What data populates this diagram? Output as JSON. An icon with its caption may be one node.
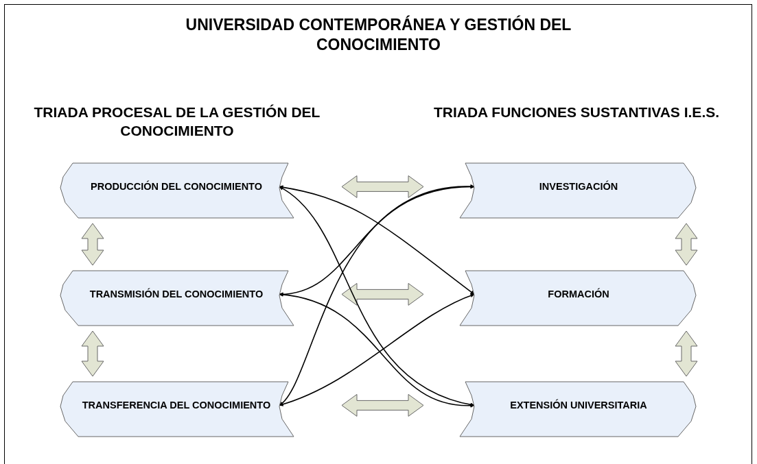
{
  "diagram": {
    "title": "UNIVERSIDAD CONTEMPORÁNEA Y GESTIÓN DEL CONOCIMIENTO",
    "nodes": [
      {
        "text": [
          "PRODUCCIÓN DEL CONOCIMIENTO"
        ]
      },
      {
        "text": [
          "INVESTIGACIÓN"
        ]
      },
      {
        "text": [
          "TRANSMISIÓN DEL CONOCIMIENTO"
        ]
      },
      {
        "text": [
          "FORMACIÓN"
        ]
      },
      {
        "text": [
          "TRANSFERENCIA DEL CONOCIMIENTO"
        ]
      },
      {
        "text": [
          "EXTENSIÓN UNIVERSITARIA"
        ]
      }
    ],
    "edges": [
      {
        "from": 0,
        "to": 1,
        "arrow": "both",
        "style": "thick",
        "color": "#e2e5d3"
      },
      {
        "from": 2,
        "to": 3,
        "arrow": "both",
        "style": "thick",
        "color": "#e2e5d3"
      },
      {
        "from": 4,
        "to": 5,
        "arrow": "both",
        "style": "thick",
        "color": "#e2e5d3"
      },
      {
        "from": 0,
        "to": 2,
        "arrow": "both",
        "style": "thick",
        "color": "#e2e5d3"
      },
      {
        "from": 2,
        "to": 4,
        "arrow": "both",
        "style": "thick",
        "color": "#e2e5d3"
      },
      {
        "from": 1,
        "to": 3,
        "arrow": "both",
        "style": "thick",
        "color": "#e2e5d3"
      },
      {
        "from": 3,
        "to": 5,
        "arrow": "both",
        "style": "thick",
        "color": "#e2e5d3"
      },
      {
        "from": 0,
        "to": 3,
        "arrow": "both"
      },
      {
        "from": 0,
        "to": 5,
        "arrow": "both"
      },
      {
        "from": 2,
        "to": 1,
        "arrow": "both"
      },
      {
        "from": 2,
        "to": 5,
        "arrow": "both"
      },
      {
        "from": 4,
        "to": 1,
        "arrow": "both"
      },
      {
        "from": 4,
        "to": 3,
        "arrow": "both"
      }
    ],
    "labels": [
      "TRIADA PROCESAL DE LA GESTIÓN DEL CONOCIMIENTO",
      "TRIADA FUNCIONES SUSTANTIVAS I.E.S."
    ]
  }
}
